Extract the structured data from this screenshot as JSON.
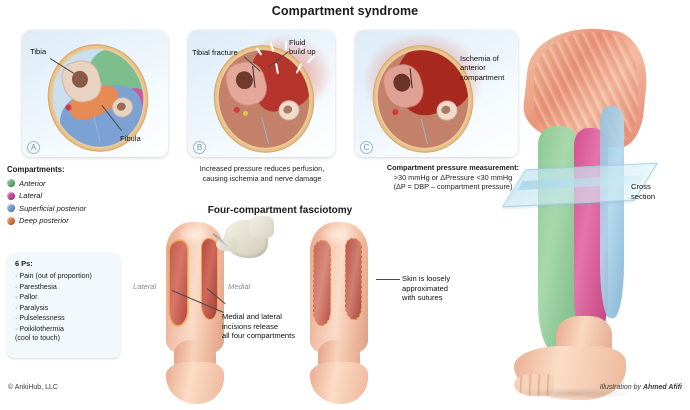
{
  "title": "Compartment syndrome",
  "panels": [
    {
      "letter": "A",
      "labels": {
        "tibia": "Tibia",
        "fibula": "Fibula"
      },
      "caption": ""
    },
    {
      "letter": "B",
      "labels": {
        "fracture": "Tibial fracture",
        "fluid": "Fluid\nbuild up"
      },
      "caption": "Increased pressure reduces perfusion,\ncausing ischemia and nerve damage"
    },
    {
      "letter": "C",
      "labels": {
        "ischemia": "Ischemia of\nanterior\ncompartment"
      },
      "caption_title": "Compartment pressure measurement:",
      "caption_line2": ">30 mmHg or ΔPressure <30 mmHg",
      "caption_line3": "(ΔP = DBP – compartment pressure)"
    }
  ],
  "legend": {
    "title": "Compartments:",
    "items": [
      {
        "label": "Anterior",
        "color": "#6ab07a"
      },
      {
        "label": "Lateral",
        "color": "#c94b9b"
      },
      {
        "label": "Superficial posterior",
        "color": "#6e9ed0"
      },
      {
        "label": "Deep posterior",
        "color": "#e07a3f"
      }
    ]
  },
  "six_ps": {
    "title": "6 Ps:",
    "items": [
      "Pain (out of proportion)",
      "Paresthesia",
      "Pallor",
      "Paralysis",
      "Pulselessness",
      "Poikilothermia\n(cool to touch)"
    ]
  },
  "fasciotomy": {
    "title": "Four-compartment fasciotomy",
    "lateral_label": "Lateral",
    "medial_label": "Medial",
    "incision_note": "Medial and lateral\nincisions release\nall four compartments",
    "suture_note": "Skin is loosely\napproximated\nwith sutures"
  },
  "cross_section_label": "Cross\nsection",
  "footer": {
    "copyright": "© AnkiHub, LLC",
    "credit_prefix": "Illustration by ",
    "credit_name": "Ahmed Afifi"
  },
  "colors": {
    "anterior": "#6ab07a",
    "lateral": "#c94b9b",
    "superficial_posterior": "#6e9ed0",
    "deep_posterior": "#e07a3f",
    "bone": "#e4cdbb",
    "skin": "#f0cd9a",
    "ischemic": "#b4342c",
    "muscle": "#c17761"
  }
}
